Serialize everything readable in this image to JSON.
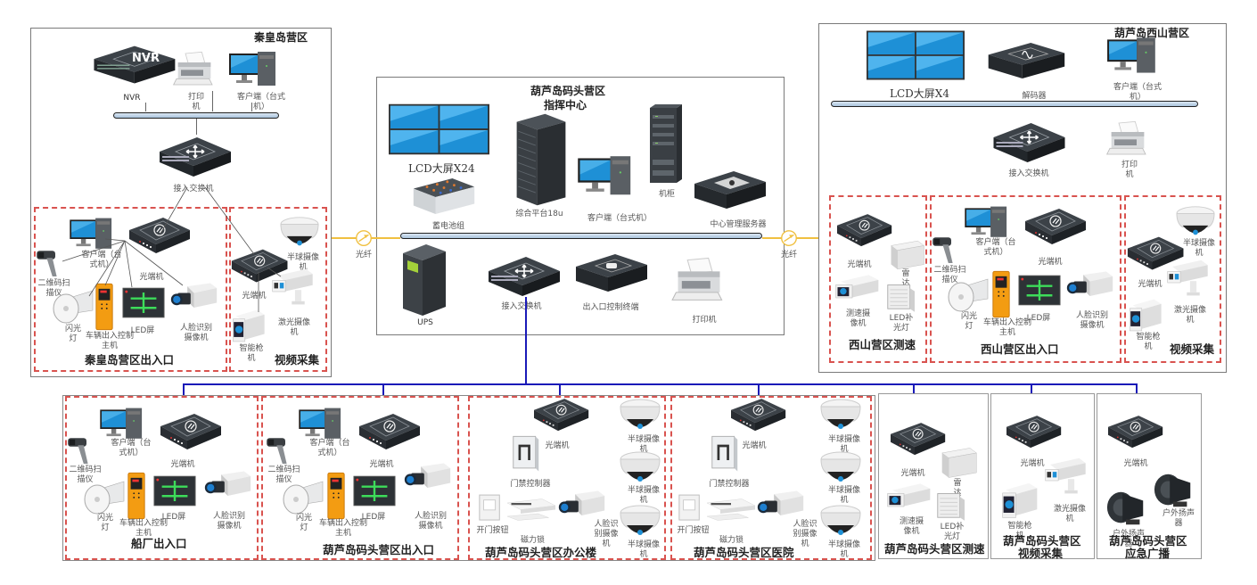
{
  "top_left": {
    "title": "秦皇岛营区",
    "nvr_badge": "NVR",
    "nvr": "NVR",
    "printer": "打印\n机",
    "client": "客户端（台式\n机）",
    "switch": "接入交换机",
    "zone_entrance": {
      "title": "秦皇岛营区出入口",
      "client": "客户端（台\n式机）",
      "optical": "光端机",
      "scanner": "二维码扫\n描仪",
      "flash": "闪光\n灯",
      "vehicle": "车辆出入控制\n主机",
      "led": "LED屏",
      "face_cam": "人脸识别\n摄像机"
    },
    "zone_video": {
      "title": "视频采集",
      "dome": "半球摄像\n机",
      "optical": "光端机",
      "laser": "激光摄像\n机",
      "bullet": "智能枪\n机"
    }
  },
  "center": {
    "title_line1": "葫芦岛码头营区",
    "title_line2": "指挥中心",
    "lcd": "LCD大屏X24",
    "battery": "蓄电池组",
    "platform": "综合平台18u",
    "client": "客户端（台式机）",
    "cabinet": "机柜",
    "mgmt_server": "中心管理服务器",
    "ups": "UPS",
    "switch": "接入交换机",
    "gate_terminal": "出入口控制终端",
    "printer": "打印机"
  },
  "fiber_left": "光纤",
  "fiber_right": "光纤",
  "top_right": {
    "title": "葫芦岛西山营区",
    "lcd": "LCD大屏X4",
    "decoder": "解码器",
    "client": "客户端（台式\n机）",
    "switch": "接入交换机",
    "printer": "打印\n机",
    "zone_speed": {
      "title": "西山营区测速",
      "optical": "光端机",
      "radar": "雷\n达",
      "speed_cam": "测速摄\n像机",
      "led_fill": "LED补\n光灯"
    },
    "zone_entrance": {
      "title": "西山营区出入口",
      "client": "客户端（台\n式机）",
      "optical": "光端机",
      "scanner": "二维码扫\n描仪",
      "flash": "闪光\n灯",
      "vehicle": "车辆出入控制\n主机",
      "led": "LED屏",
      "face_cam": "人脸识别\n摄像机"
    },
    "zone_video": {
      "title": "视频采集",
      "dome": "半球摄像\n机",
      "optical": "光端机",
      "laser": "激光摄像\n机",
      "bullet": "智能枪\n机"
    }
  },
  "bottom": [
    {
      "title": "船厂出入口",
      "client": "客户端（台\n式机）",
      "optical": "光端机",
      "scanner": "二维码扫\n描仪",
      "flash": "闪光\n灯",
      "vehicle": "车辆出入控制\n主机",
      "led": "LED屏",
      "face_cam": "人脸识别\n摄像机"
    },
    {
      "title": "葫芦岛码头营区出入口",
      "client": "客户端（台\n式机）",
      "optical": "光端机",
      "scanner": "二维码扫\n描仪",
      "flash": "闪光\n灯",
      "vehicle": "车辆出入控制\n主机",
      "led": "LED屏",
      "face_cam": "人脸识别\n摄像机"
    },
    {
      "title": "葫芦岛码头营区办公楼",
      "optical": "光端机",
      "door_ctrl": "门禁控制器",
      "door_btn": "开门按钮",
      "maglock": "磁力锁",
      "face_cam": "人脸识\n别摄像\n机",
      "dome1": "半球摄像\n机",
      "dome2": "半球摄像\n机",
      "dome3": "半球摄像\n机"
    },
    {
      "title": "葫芦岛码头营区医院",
      "optical": "光端机",
      "door_ctrl": "门禁控制器",
      "door_btn": "开门按钮",
      "maglock": "磁力锁",
      "face_cam": "人脸识\n别摄像\n机",
      "dome1": "半球摄像\n机",
      "dome2": "半球摄像\n机",
      "dome3": "半球摄像\n机"
    },
    {
      "title": "葫芦岛码头营区测速",
      "optical": "光端机",
      "radar": "雷\n达",
      "speed_cam": "测速摄\n像机",
      "led_fill": "LED补\n光灯"
    },
    {
      "title_line1": "葫芦岛码头营区",
      "title_line2": "视频采集",
      "optical": "光端机",
      "bullet": "智能枪\n机",
      "laser": "激光摄像\n机"
    },
    {
      "title_line1": "葫芦岛码头营区",
      "title_line2": "应急广播",
      "optical": "光端机",
      "speaker1": "户外扬声\n器",
      "speaker2": "户外扬声\n器"
    }
  ],
  "colors": {
    "trunk": "#1a1ab8",
    "fiber": "#f0c040",
    "zone_border": "#d9534f",
    "panel_border": "#7a7a7a",
    "screen_blue": "#1e90d6"
  }
}
